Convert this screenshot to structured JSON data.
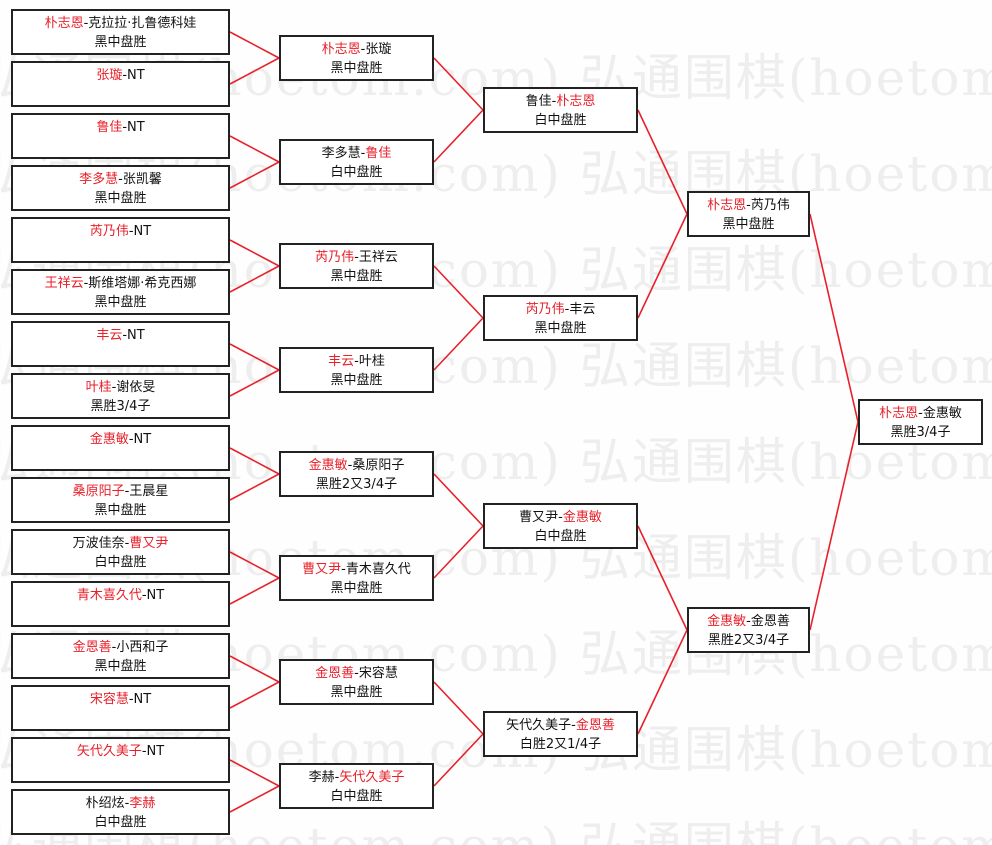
{
  "watermark": "弘通围棋(hoetom.com) 弘通围棋(hoetom.com) 弘通围棋(hoetom.com)",
  "colors": {
    "winner": "#e8202a",
    "line": "#e8202a",
    "text": "#111111",
    "border": "#222222"
  },
  "rounds": [
    [
      {
        "line1": [
          {
            "t": "朴志恩",
            "red": true
          },
          {
            "t": "-克拉拉·扎鲁德科娃",
            "red": false
          }
        ],
        "line2": "黑中盘胜"
      },
      {
        "line1": [
          {
            "t": "张璇",
            "red": true
          },
          {
            "t": "-NT",
            "red": false
          }
        ],
        "line2": ""
      },
      {
        "line1": [
          {
            "t": "鲁佳",
            "red": true
          },
          {
            "t": "-NT",
            "red": false
          }
        ],
        "line2": ""
      },
      {
        "line1": [
          {
            "t": "李多慧",
            "red": true
          },
          {
            "t": "-张凯馨",
            "red": false
          }
        ],
        "line2": "黑中盘胜"
      },
      {
        "line1": [
          {
            "t": "芮乃伟",
            "red": true
          },
          {
            "t": "-NT",
            "red": false
          }
        ],
        "line2": ""
      },
      {
        "line1": [
          {
            "t": "王祥云",
            "red": true
          },
          {
            "t": "-斯维塔娜·希克西娜",
            "red": false
          }
        ],
        "line2": "黑中盘胜"
      },
      {
        "line1": [
          {
            "t": "丰云",
            "red": true
          },
          {
            "t": "-NT",
            "red": false
          }
        ],
        "line2": ""
      },
      {
        "line1": [
          {
            "t": "叶桂",
            "red": true
          },
          {
            "t": "-谢依旻",
            "red": false
          }
        ],
        "line2": "黑胜3/4子"
      },
      {
        "line1": [
          {
            "t": "金惠敏",
            "red": true
          },
          {
            "t": "-NT",
            "red": false
          }
        ],
        "line2": ""
      },
      {
        "line1": [
          {
            "t": "桑原阳子",
            "red": true
          },
          {
            "t": "-王晨星",
            "red": false
          }
        ],
        "line2": "黑中盘胜"
      },
      {
        "line1": [
          {
            "t": "万波佳奈-",
            "red": false
          },
          {
            "t": "曹又尹",
            "red": true
          }
        ],
        "line2": "白中盘胜"
      },
      {
        "line1": [
          {
            "t": "青木喜久代",
            "red": true
          },
          {
            "t": "-NT",
            "red": false
          }
        ],
        "line2": ""
      },
      {
        "line1": [
          {
            "t": "金恩善",
            "red": true
          },
          {
            "t": "-小西和子",
            "red": false
          }
        ],
        "line2": "黑中盘胜"
      },
      {
        "line1": [
          {
            "t": "宋容慧",
            "red": true
          },
          {
            "t": "-NT",
            "red": false
          }
        ],
        "line2": ""
      },
      {
        "line1": [
          {
            "t": "矢代久美子",
            "red": true
          },
          {
            "t": "-NT",
            "red": false
          }
        ],
        "line2": ""
      },
      {
        "line1": [
          {
            "t": "朴绍炫-",
            "red": false
          },
          {
            "t": "李赫",
            "red": true
          }
        ],
        "line2": "白中盘胜"
      }
    ],
    [
      {
        "line1": [
          {
            "t": "朴志恩",
            "red": true
          },
          {
            "t": "-张璇",
            "red": false
          }
        ],
        "line2": "黑中盘胜"
      },
      {
        "line1": [
          {
            "t": "李多慧-",
            "red": false
          },
          {
            "t": "鲁佳",
            "red": true
          }
        ],
        "line2": "白中盘胜"
      },
      {
        "line1": [
          {
            "t": "芮乃伟",
            "red": true
          },
          {
            "t": "-王祥云",
            "red": false
          }
        ],
        "line2": "黑中盘胜"
      },
      {
        "line1": [
          {
            "t": "丰云",
            "red": true
          },
          {
            "t": "-叶桂",
            "red": false
          }
        ],
        "line2": "黑中盘胜"
      },
      {
        "line1": [
          {
            "t": "金惠敏",
            "red": true
          },
          {
            "t": "-桑原阳子",
            "red": false
          }
        ],
        "line2": "黑胜2又3/4子"
      },
      {
        "line1": [
          {
            "t": "曹又尹",
            "red": true
          },
          {
            "t": "-青木喜久代",
            "red": false
          }
        ],
        "line2": "黑中盘胜"
      },
      {
        "line1": [
          {
            "t": "金恩善",
            "red": true
          },
          {
            "t": "-宋容慧",
            "red": false
          }
        ],
        "line2": "黑中盘胜"
      },
      {
        "line1": [
          {
            "t": "李赫-",
            "red": false
          },
          {
            "t": "矢代久美子",
            "red": true
          }
        ],
        "line2": "白中盘胜"
      }
    ],
    [
      {
        "line1": [
          {
            "t": "鲁佳-",
            "red": false
          },
          {
            "t": "朴志恩",
            "red": true
          }
        ],
        "line2": "白中盘胜"
      },
      {
        "line1": [
          {
            "t": "芮乃伟",
            "red": true
          },
          {
            "t": "-丰云",
            "red": false
          }
        ],
        "line2": "黑中盘胜"
      },
      {
        "line1": [
          {
            "t": "曹又尹-",
            "red": false
          },
          {
            "t": "金惠敏",
            "red": true
          }
        ],
        "line2": "白中盘胜"
      },
      {
        "line1": [
          {
            "t": "矢代久美子-",
            "red": false
          },
          {
            "t": "金恩善",
            "red": true
          }
        ],
        "line2": "白胜2又1/4子"
      }
    ],
    [
      {
        "line1": [
          {
            "t": "朴志恩",
            "red": true
          },
          {
            "t": "-芮乃伟",
            "red": false
          }
        ],
        "line2": "黑中盘胜"
      },
      {
        "line1": [
          {
            "t": "金惠敏",
            "red": true
          },
          {
            "t": "-金恩善",
            "red": false
          }
        ],
        "line2": "黑胜2又3/4子"
      }
    ],
    [
      {
        "line1": [
          {
            "t": "朴志恩",
            "red": true
          },
          {
            "t": "-金惠敏",
            "red": false
          }
        ],
        "line2": "黑胜3/4子"
      }
    ]
  ]
}
